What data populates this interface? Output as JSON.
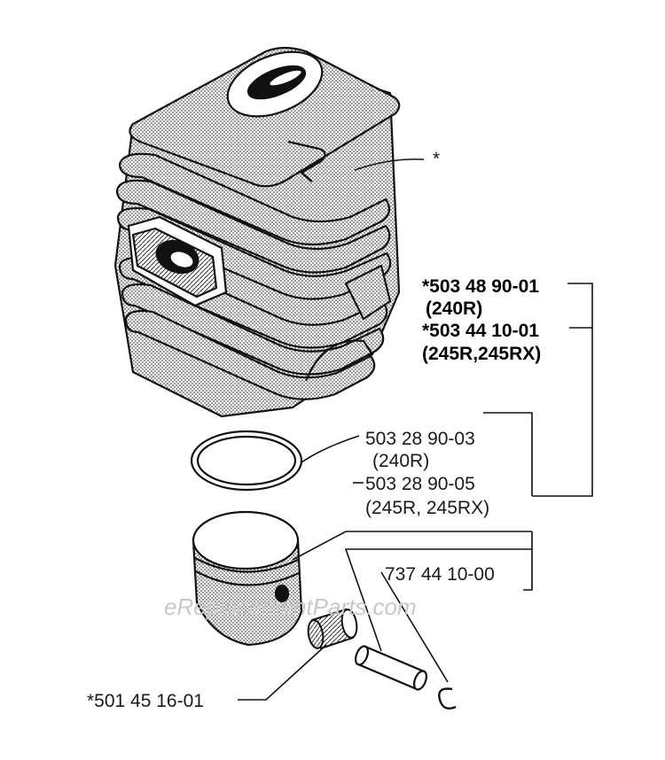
{
  "diagram": {
    "star_label": "*",
    "cylinder_part_1": "*503 48 90-01",
    "cylinder_model_1": "(240R)",
    "cylinder_part_2": "*503 44 10-01",
    "cylinder_model_2": "(245R,245RX)",
    "ring_part_1": "503 28 90-03",
    "ring_model_1": "(240R)",
    "ring_part_2": "503 28 90-05",
    "ring_model_2": "(245R, 245RX)",
    "circlip_part": "737 44 10-00",
    "bearing_part": "*501 45 16-01",
    "watermark": "eReplacementParts.com"
  }
}
